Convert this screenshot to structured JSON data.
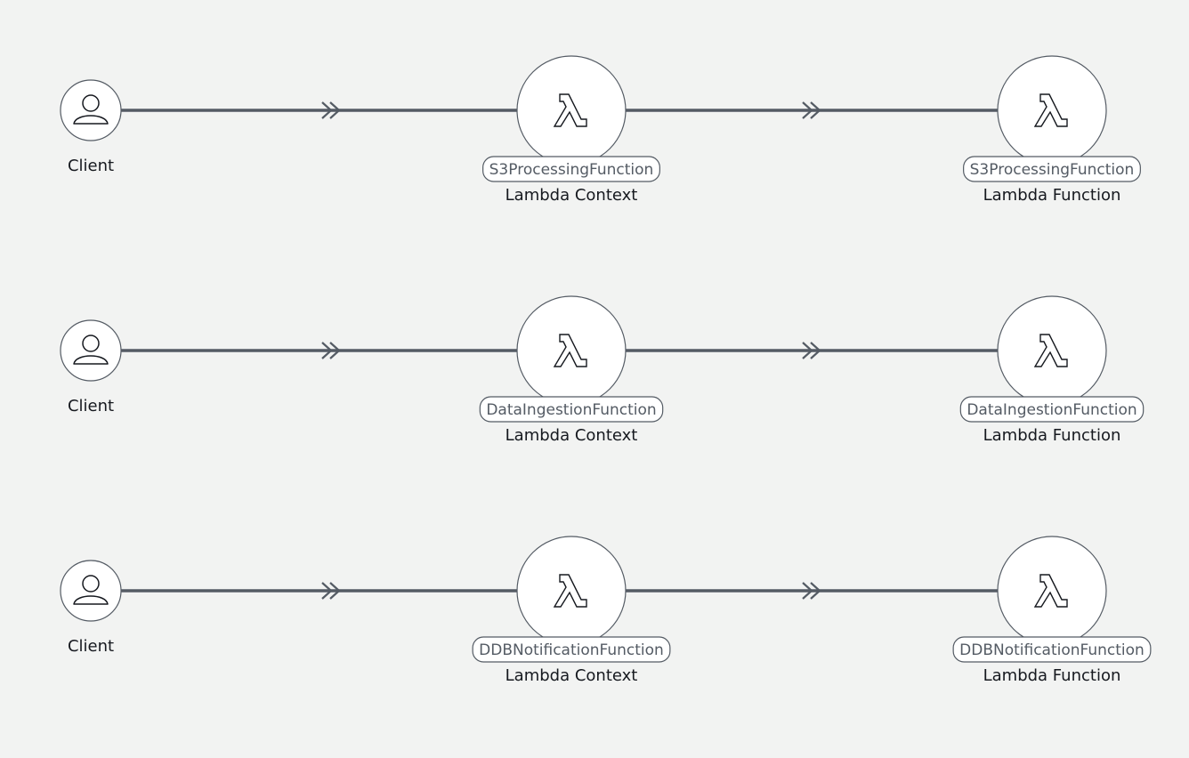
{
  "rows": [
    {
      "client": {
        "label": "Client"
      },
      "context": {
        "name": "S3ProcessingFunction",
        "type": "Lambda Context"
      },
      "function": {
        "name": "S3ProcessingFunction",
        "type": "Lambda Function"
      }
    },
    {
      "client": {
        "label": "Client"
      },
      "context": {
        "name": "DataIngestionFunction",
        "type": "Lambda Context"
      },
      "function": {
        "name": "DataIngestionFunction",
        "type": "Lambda Function"
      }
    },
    {
      "client": {
        "label": "Client"
      },
      "context": {
        "name": "DDBNotificationFunction",
        "type": "Lambda Context"
      },
      "function": {
        "name": "DDBNotificationFunction",
        "type": "Lambda Function"
      }
    }
  ],
  "colors": {
    "background": "#f2f3f2",
    "edge": "#545b64",
    "node_stroke": "#545b64",
    "node_fill": "#ffffff",
    "text": "#16191f"
  },
  "icons": {
    "client": "user-icon",
    "lambda": "lambda-icon"
  }
}
